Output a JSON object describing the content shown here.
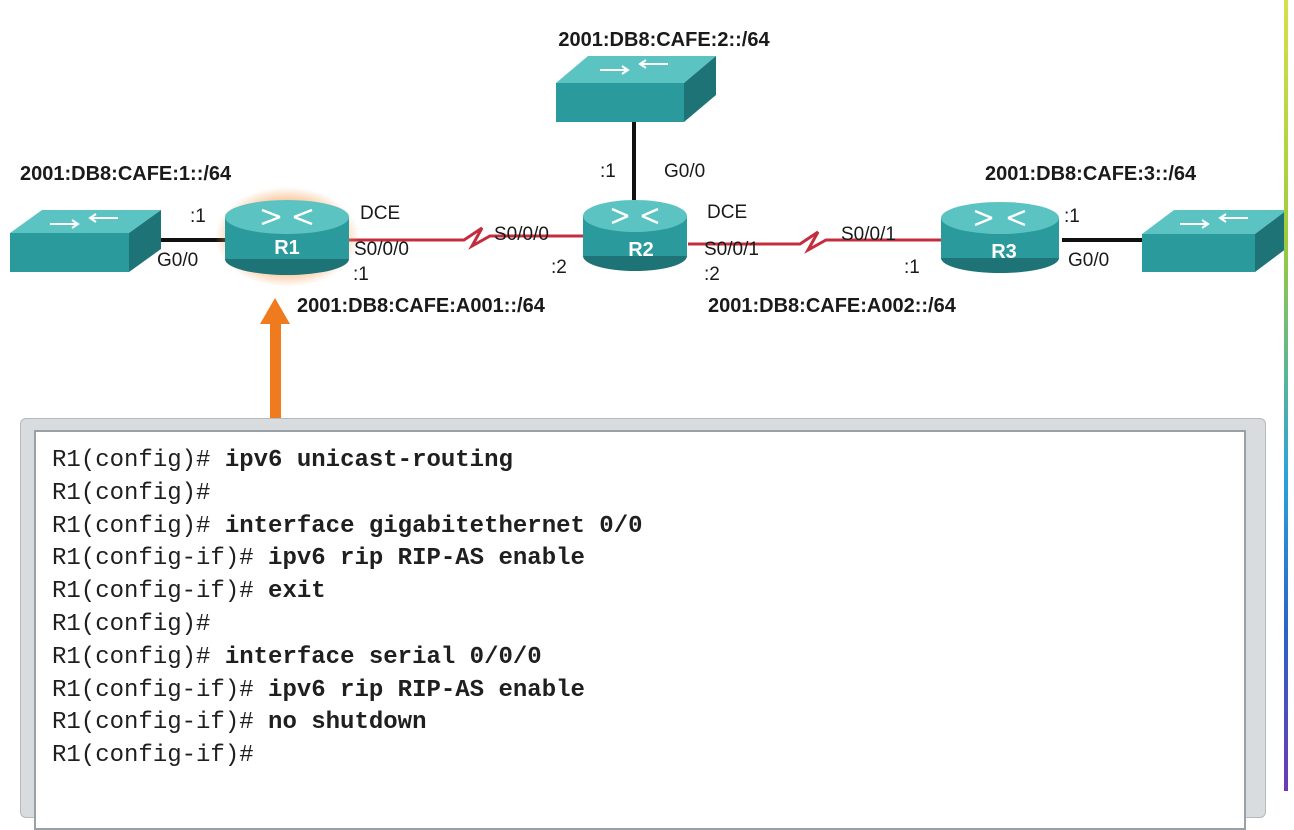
{
  "networks": {
    "lan_r1": "2001:DB8:CAFE:1::/64",
    "lan_r2": "2001:DB8:CAFE:2::/64",
    "lan_r3": "2001:DB8:CAFE:3::/64",
    "wan_r1_r2": "2001:DB8:CAFE:A001::/64",
    "wan_r2_r3": "2001:DB8:CAFE:A002::/64"
  },
  "devices": {
    "r1": "R1",
    "r2": "R2",
    "r3": "R3"
  },
  "interfaces": {
    "r1_lan_host": ":1",
    "r1_lan_if": "G0/0",
    "r1_dce": "DCE",
    "r1_serial": "S0/0/0",
    "r1_serial_host": ":1",
    "r2_left_serial": "S0/0/0",
    "r2_left_host": ":2",
    "r2_lan_host": ":1",
    "r2_lan_if": "G0/0",
    "r2_dce": "DCE",
    "r2_right_serial": "S0/0/1",
    "r2_right_host": ":2",
    "r3_serial": "S0/0/1",
    "r3_serial_host": ":1",
    "r3_lan_host": ":1",
    "r3_lan_if": "G0/0"
  },
  "colors": {
    "device_teal": "#2a9a9c",
    "device_top": "#47b9b9",
    "device_dark": "#1d7375",
    "serial_link": "#c42d3d",
    "ethernet_link": "#111111",
    "highlight": "#f07a1e",
    "arrow": "#f07a1e"
  },
  "cli": [
    {
      "prompt": "R1(config)#",
      "command": "ipv6 unicast-routing"
    },
    {
      "prompt": "R1(config)#",
      "command": ""
    },
    {
      "prompt": "R1(config)#",
      "command": "interface gigabitethernet 0/0"
    },
    {
      "prompt": "R1(config-if)#",
      "command": "ipv6 rip RIP-AS enable"
    },
    {
      "prompt": "R1(config-if)#",
      "command": "exit"
    },
    {
      "prompt": "R1(config)#",
      "command": ""
    },
    {
      "prompt": "R1(config)#",
      "command": "interface serial 0/0/0"
    },
    {
      "prompt": "R1(config-if)#",
      "command": "ipv6 rip RIP-AS enable"
    },
    {
      "prompt": "R1(config-if)#",
      "command": "no shutdown"
    },
    {
      "prompt": "R1(config-if)#",
      "command": ""
    }
  ]
}
